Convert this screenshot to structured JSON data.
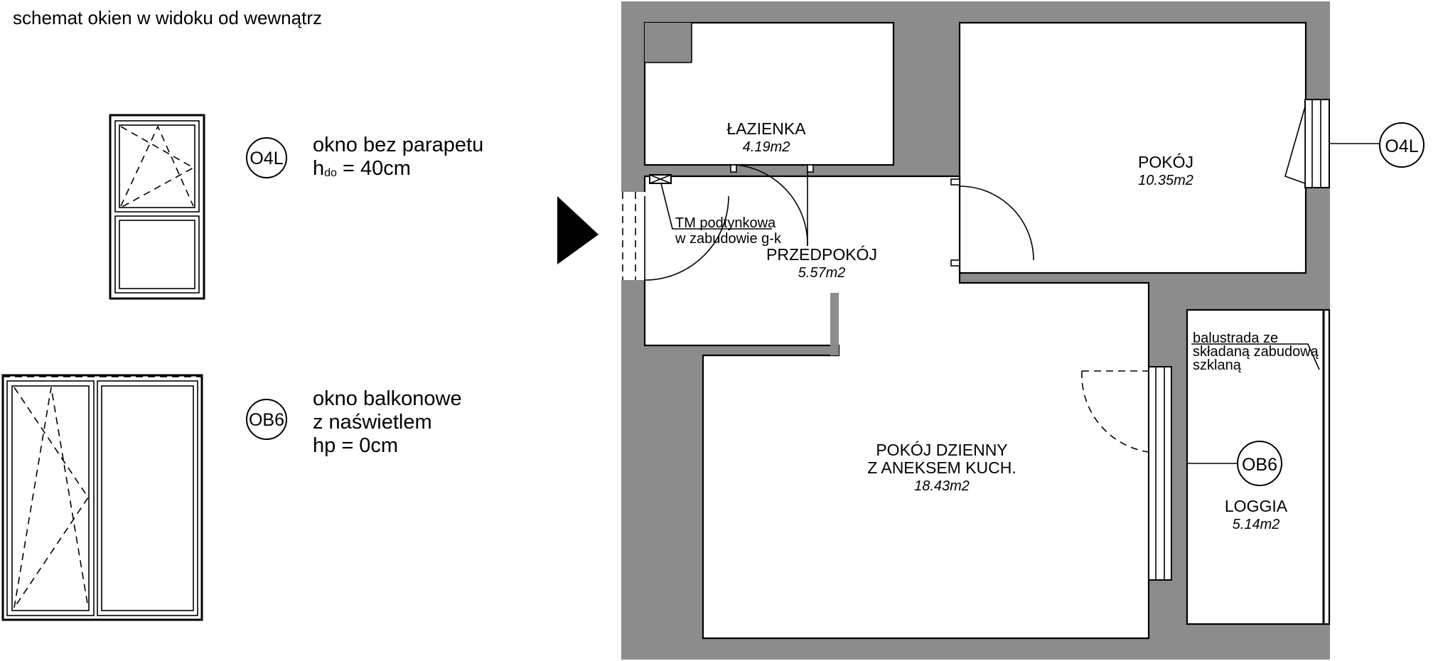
{
  "legend": {
    "title": "schemat okien w widoku od wewnątrz",
    "items": [
      {
        "code": "O4L",
        "lines": [
          "okno bez parapetu"
        ],
        "height_prefix": "h",
        "height_sub": "do",
        "height_value": " = 40cm"
      },
      {
        "code": "OB6",
        "lines": [
          "okno balkonowe",
          "z naświetlem",
          "hp = 0cm"
        ]
      }
    ]
  },
  "plan": {
    "rooms": [
      {
        "name": "ŁAZIENKA",
        "area": "4.19m2"
      },
      {
        "name": "POKÓJ",
        "area": "10.35m2"
      },
      {
        "name": "PRZEDPOKÓJ",
        "area": "5.57m2"
      },
      {
        "name_lines": [
          "POKÓJ DZIENNY",
          "Z ANEKSEM KUCH."
        ],
        "area": "18.43m2"
      },
      {
        "name": "LOGGIA",
        "area": "5.14m2"
      }
    ],
    "notes": {
      "tm": [
        "TM podtynkowa",
        "w zabudowie g-k"
      ],
      "balustrade": [
        "balustrada ze",
        "składaną zabudową",
        "szklaną"
      ]
    },
    "window_tags": [
      "O4L",
      "OB6"
    ]
  },
  "colors": {
    "wall": "#8c8c8c",
    "line": "#000000",
    "background": "#ffffff"
  }
}
